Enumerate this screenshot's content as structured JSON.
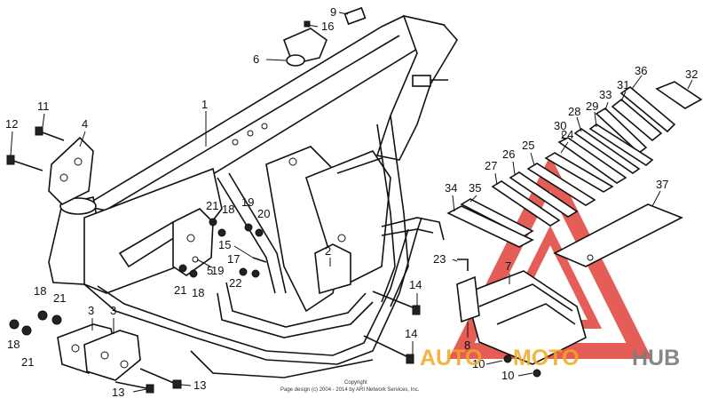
{
  "diagram": {
    "callouts": [
      {
        "id": "c1",
        "text": "1"
      },
      {
        "id": "c2",
        "text": "2"
      },
      {
        "id": "c3a",
        "text": "3"
      },
      {
        "id": "c3b",
        "text": "3"
      },
      {
        "id": "c4",
        "text": "4"
      },
      {
        "id": "c5",
        "text": "5"
      },
      {
        "id": "c6",
        "text": "6"
      },
      {
        "id": "c7",
        "text": "7"
      },
      {
        "id": "c8",
        "text": "8"
      },
      {
        "id": "c9",
        "text": "9"
      },
      {
        "id": "c10a",
        "text": "10"
      },
      {
        "id": "c10b",
        "text": "10"
      },
      {
        "id": "c11",
        "text": "11"
      },
      {
        "id": "c12",
        "text": "12"
      },
      {
        "id": "c13a",
        "text": "13"
      },
      {
        "id": "c13b",
        "text": "13"
      },
      {
        "id": "c14a",
        "text": "14"
      },
      {
        "id": "c14b",
        "text": "14"
      },
      {
        "id": "c15",
        "text": "15"
      },
      {
        "id": "c16",
        "text": "16"
      },
      {
        "id": "c17",
        "text": "17"
      },
      {
        "id": "c18a",
        "text": "18"
      },
      {
        "id": "c18b",
        "text": "18"
      },
      {
        "id": "c18c",
        "text": "18"
      },
      {
        "id": "c18d",
        "text": "18"
      },
      {
        "id": "c19a",
        "text": "19"
      },
      {
        "id": "c19b",
        "text": "19"
      },
      {
        "id": "c20",
        "text": "20"
      },
      {
        "id": "c21a",
        "text": "21"
      },
      {
        "id": "c21b",
        "text": "21"
      },
      {
        "id": "c21c",
        "text": "21"
      },
      {
        "id": "c21d",
        "text": "21"
      },
      {
        "id": "c22",
        "text": "22"
      },
      {
        "id": "c23",
        "text": "23"
      },
      {
        "id": "c24",
        "text": "24"
      },
      {
        "id": "c25",
        "text": "25"
      },
      {
        "id": "c26",
        "text": "26"
      },
      {
        "id": "c27",
        "text": "27"
      },
      {
        "id": "c28",
        "text": "28"
      },
      {
        "id": "c29",
        "text": "29"
      },
      {
        "id": "c30",
        "text": "30"
      },
      {
        "id": "c31",
        "text": "31"
      },
      {
        "id": "c32",
        "text": "32"
      },
      {
        "id": "c33",
        "text": "33"
      },
      {
        "id": "c34",
        "text": "34"
      },
      {
        "id": "c35",
        "text": "35"
      },
      {
        "id": "c36",
        "text": "36"
      },
      {
        "id": "c37",
        "text": "37"
      }
    ]
  },
  "watermark": {
    "part1": "AUTO",
    "part2": "MOTO",
    "part3": "HUB",
    "color_red": "#e0413a",
    "color_orange": "#f3a81f",
    "color_gray": "#7b7b7b"
  },
  "copyright": {
    "line1": "Copyright",
    "line2": "Page design (c) 2004 - 2014 by ARI Network Services, Inc."
  }
}
